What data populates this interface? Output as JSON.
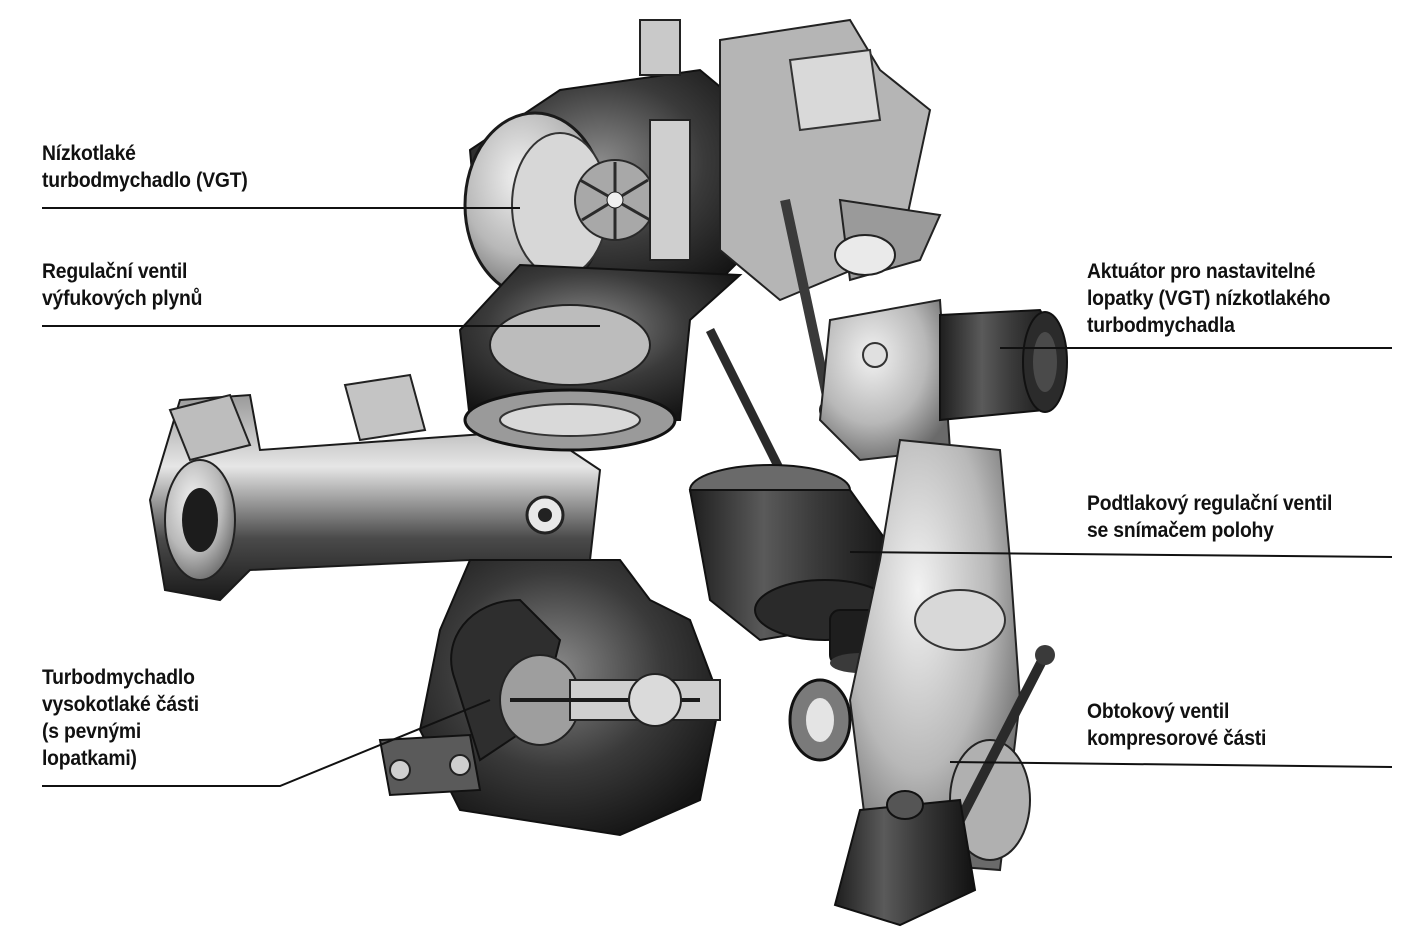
{
  "colors": {
    "background": "#ffffff",
    "text": "#111111",
    "leader": "#111111",
    "metal_dark": "#2a2a2a",
    "metal_mid": "#6e6e6e",
    "metal_light": "#c8c8c8"
  },
  "labels": {
    "low_pressure_turbo": [
      "Nízkotlaké",
      "turbodmychadlo (VGT)"
    ],
    "exhaust_control_valve": [
      "Regulační ventil",
      "výfukových plynů"
    ],
    "high_pressure_turbo": [
      "Turbodmychadlo",
      "vysokotlaké části",
      "(s pevnými",
      "lopatkami)"
    ],
    "vgt_actuator": [
      "Aktuátor pro nastavitelné",
      "lopatky (VGT) nízkotlakého",
      "turbodmychadla"
    ],
    "vacuum_control_valve": [
      "Podtlakový regulační ventil",
      "se snímačem polohy"
    ],
    "compressor_bypass_valve": [
      "Obtokový ventil",
      "kompresorové části"
    ]
  }
}
